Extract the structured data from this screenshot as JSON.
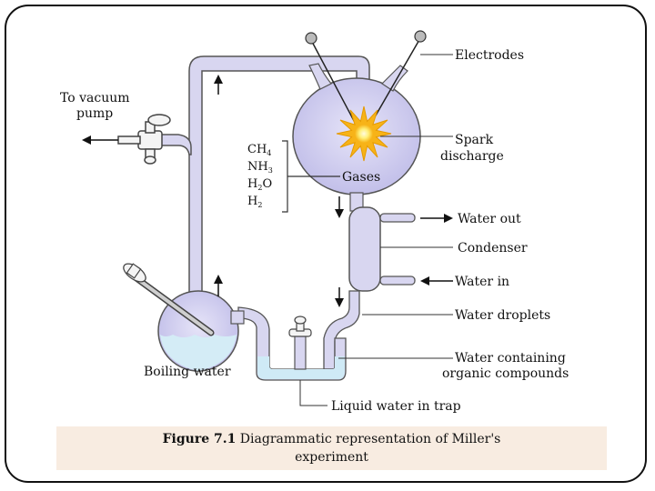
{
  "labels": {
    "electrodes": "Electrodes",
    "to_vacuum_pump_1": "To vacuum",
    "to_vacuum_pump_2": "pump",
    "spark_1": "Spark",
    "spark_2": "discharge",
    "gases": "Gases",
    "water_out": "Water out",
    "condenser": "Condenser",
    "water_in": "Water in",
    "water_droplets": "Water droplets",
    "water_containing_1": "Water containing",
    "water_containing_2": "organic compounds",
    "boiling_water": "Boiling water",
    "liquid_water_in_trap": "Liquid water in trap"
  },
  "gases": [
    {
      "main": "CH",
      "sub": "4"
    },
    {
      "main": "NH",
      "sub": "3"
    },
    {
      "main": "H",
      "sub": "2",
      "tail": "O"
    },
    {
      "main": "H",
      "sub": "2"
    }
  ],
  "caption": {
    "label": "Figure 7.1",
    "text_line1": " Diagrammatic representation of Miller's",
    "text_line2": "experiment"
  },
  "colors": {
    "glass": "#dcd9f0",
    "glass_stroke": "#555",
    "flask_fill": "#cfcdef",
    "water": "#d7eef8",
    "spark_outer": "#f7b318",
    "spark_inner": "#fff6a8",
    "caption_bg": "#f8ece1"
  }
}
